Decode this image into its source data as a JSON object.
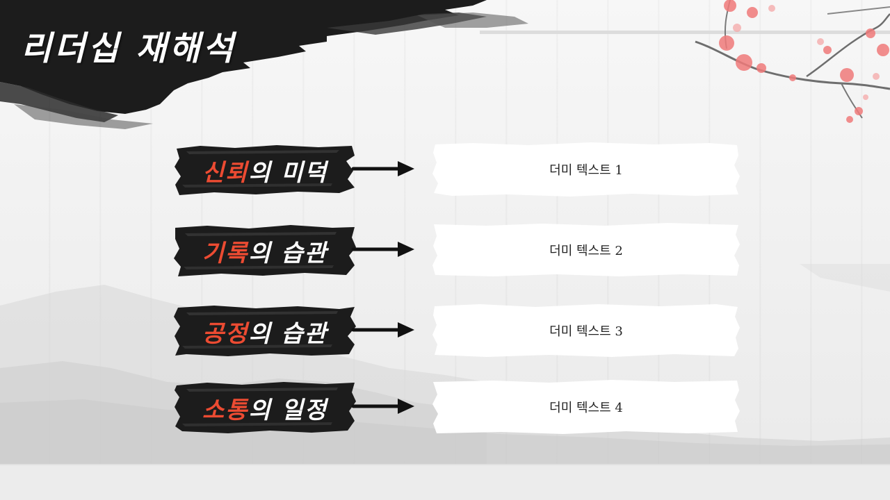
{
  "slide": {
    "title": "리더십 재해석",
    "colors": {
      "accent": "#ec4b32",
      "ink": "#1c1c1c",
      "label_text": "#ffffff",
      "card_text": "#222222",
      "blossom": "#f07a7a"
    },
    "icons": [
      "arrow-right-icon",
      "cherry-blossom-branch",
      "ink-brush-stroke",
      "ink-mountains"
    ],
    "items": [
      {
        "label_accent": "신뢰",
        "label_rest": "의 미덕",
        "description": "더미 텍스트 1"
      },
      {
        "label_accent": "기록",
        "label_rest": "의 습관",
        "description": "더미 텍스트 2"
      },
      {
        "label_accent": "공정",
        "label_rest": "의 습관",
        "description": "더미 텍스트 3"
      },
      {
        "label_accent": "소통",
        "label_rest": "의 일정",
        "description": "더미 텍스트 4"
      }
    ]
  }
}
